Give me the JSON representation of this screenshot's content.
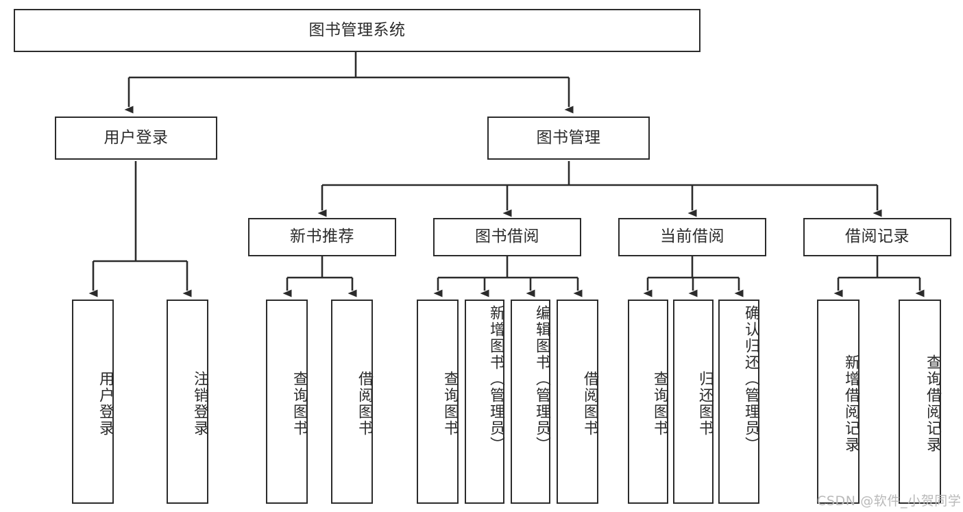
{
  "diagram": {
    "title": "图书管理系统",
    "type": "hierarchy-tree",
    "background_color": "#ffffff",
    "line_color": "#2b2b2b",
    "text_color": "#2b2b2b",
    "watermark": "CSDN @软件_小贺同学",
    "levels": [
      {
        "level": 1,
        "nodes": [
          {
            "id": "root",
            "label": "图书管理系统",
            "orientation": "horizontal"
          }
        ]
      },
      {
        "level": 2,
        "nodes": [
          {
            "id": "login",
            "label": "用户登录",
            "orientation": "horizontal",
            "parent": "root"
          },
          {
            "id": "bookmgmt",
            "label": "图书管理",
            "orientation": "horizontal",
            "parent": "root"
          }
        ]
      },
      {
        "level": 3,
        "nodes": [
          {
            "id": "newbook",
            "label": "新书推荐",
            "orientation": "horizontal",
            "parent": "bookmgmt"
          },
          {
            "id": "borrow",
            "label": "图书借阅",
            "orientation": "horizontal",
            "parent": "bookmgmt"
          },
          {
            "id": "current",
            "label": "当前借阅",
            "orientation": "horizontal",
            "parent": "bookmgmt"
          },
          {
            "id": "records",
            "label": "借阅记录",
            "orientation": "horizontal",
            "parent": "bookmgmt"
          }
        ]
      },
      {
        "level": 4,
        "nodes": [
          {
            "id": "leaf-user-login",
            "label": "用户登录",
            "orientation": "vertical",
            "parent": "login"
          },
          {
            "id": "leaf-user-logout",
            "label": "注销登录",
            "orientation": "vertical",
            "parent": "login"
          },
          {
            "id": "leaf-newbook-query",
            "label": "查询图书",
            "orientation": "vertical",
            "parent": "newbook"
          },
          {
            "id": "leaf-newbook-borrow",
            "label": "借阅图书",
            "orientation": "vertical",
            "parent": "newbook"
          },
          {
            "id": "leaf-borrow-query",
            "label": "查询图书",
            "orientation": "vertical",
            "parent": "borrow"
          },
          {
            "id": "leaf-borrow-add",
            "label": "新增图书（管理员）",
            "orientation": "vertical",
            "parent": "borrow"
          },
          {
            "id": "leaf-borrow-edit",
            "label": "编辑图书（管理员）",
            "orientation": "vertical",
            "parent": "borrow"
          },
          {
            "id": "leaf-borrow-take",
            "label": "借阅图书",
            "orientation": "vertical",
            "parent": "borrow"
          },
          {
            "id": "leaf-current-query",
            "label": "查询图书",
            "orientation": "vertical",
            "parent": "current"
          },
          {
            "id": "leaf-current-return",
            "label": "归还图书",
            "orientation": "vertical",
            "parent": "current"
          },
          {
            "id": "leaf-current-confirm",
            "label": "确认归还（管理员）",
            "orientation": "vertical",
            "parent": "current"
          },
          {
            "id": "leaf-records-add",
            "label": "新增借阅记录",
            "orientation": "vertical",
            "parent": "records"
          },
          {
            "id": "leaf-records-query",
            "label": "查询借阅记录",
            "orientation": "vertical",
            "parent": "records"
          }
        ]
      }
    ]
  }
}
